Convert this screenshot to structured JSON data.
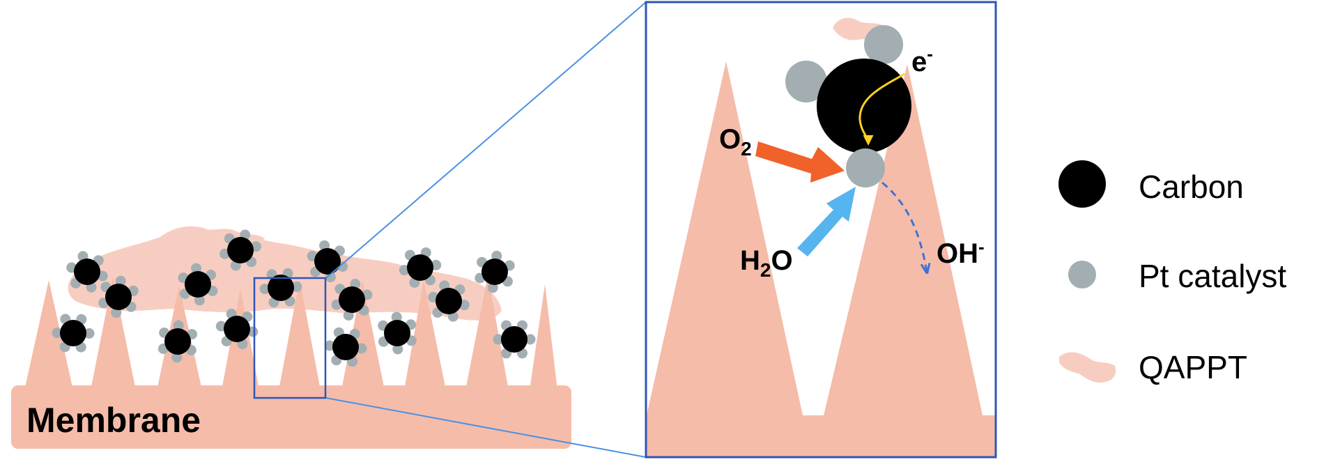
{
  "colors": {
    "membrane": "#f5bcaa",
    "membrane_dark": "#efa996",
    "carbon": "#000000",
    "pt_catalyst": "#a3aeb2",
    "qappt": "#f8cdc1",
    "frame": "#2f55b5",
    "zoom_line": "#4a90e2",
    "o2_arrow": "#f0622a",
    "h2o_arrow": "#56b4ee",
    "electron_path": "#ffd21f",
    "oh_path": "#3d72d9"
  },
  "membrane": {
    "label": "Membrane"
  },
  "zoom": {
    "electron_label": "e",
    "electron_sup": "-",
    "o2_main": "O",
    "o2_sub": "2",
    "h2o_h": "H",
    "h2o_sub": "2",
    "h2o_o": "O",
    "oh_main": "OH",
    "oh_sup": "-"
  },
  "legend": {
    "items": [
      {
        "label": "Carbon",
        "icon": "carbon-icon"
      },
      {
        "label": "Pt catalyst",
        "icon": "pt-catalyst-icon"
      },
      {
        "label": "QAPPT",
        "icon": "qappt-icon"
      }
    ]
  }
}
